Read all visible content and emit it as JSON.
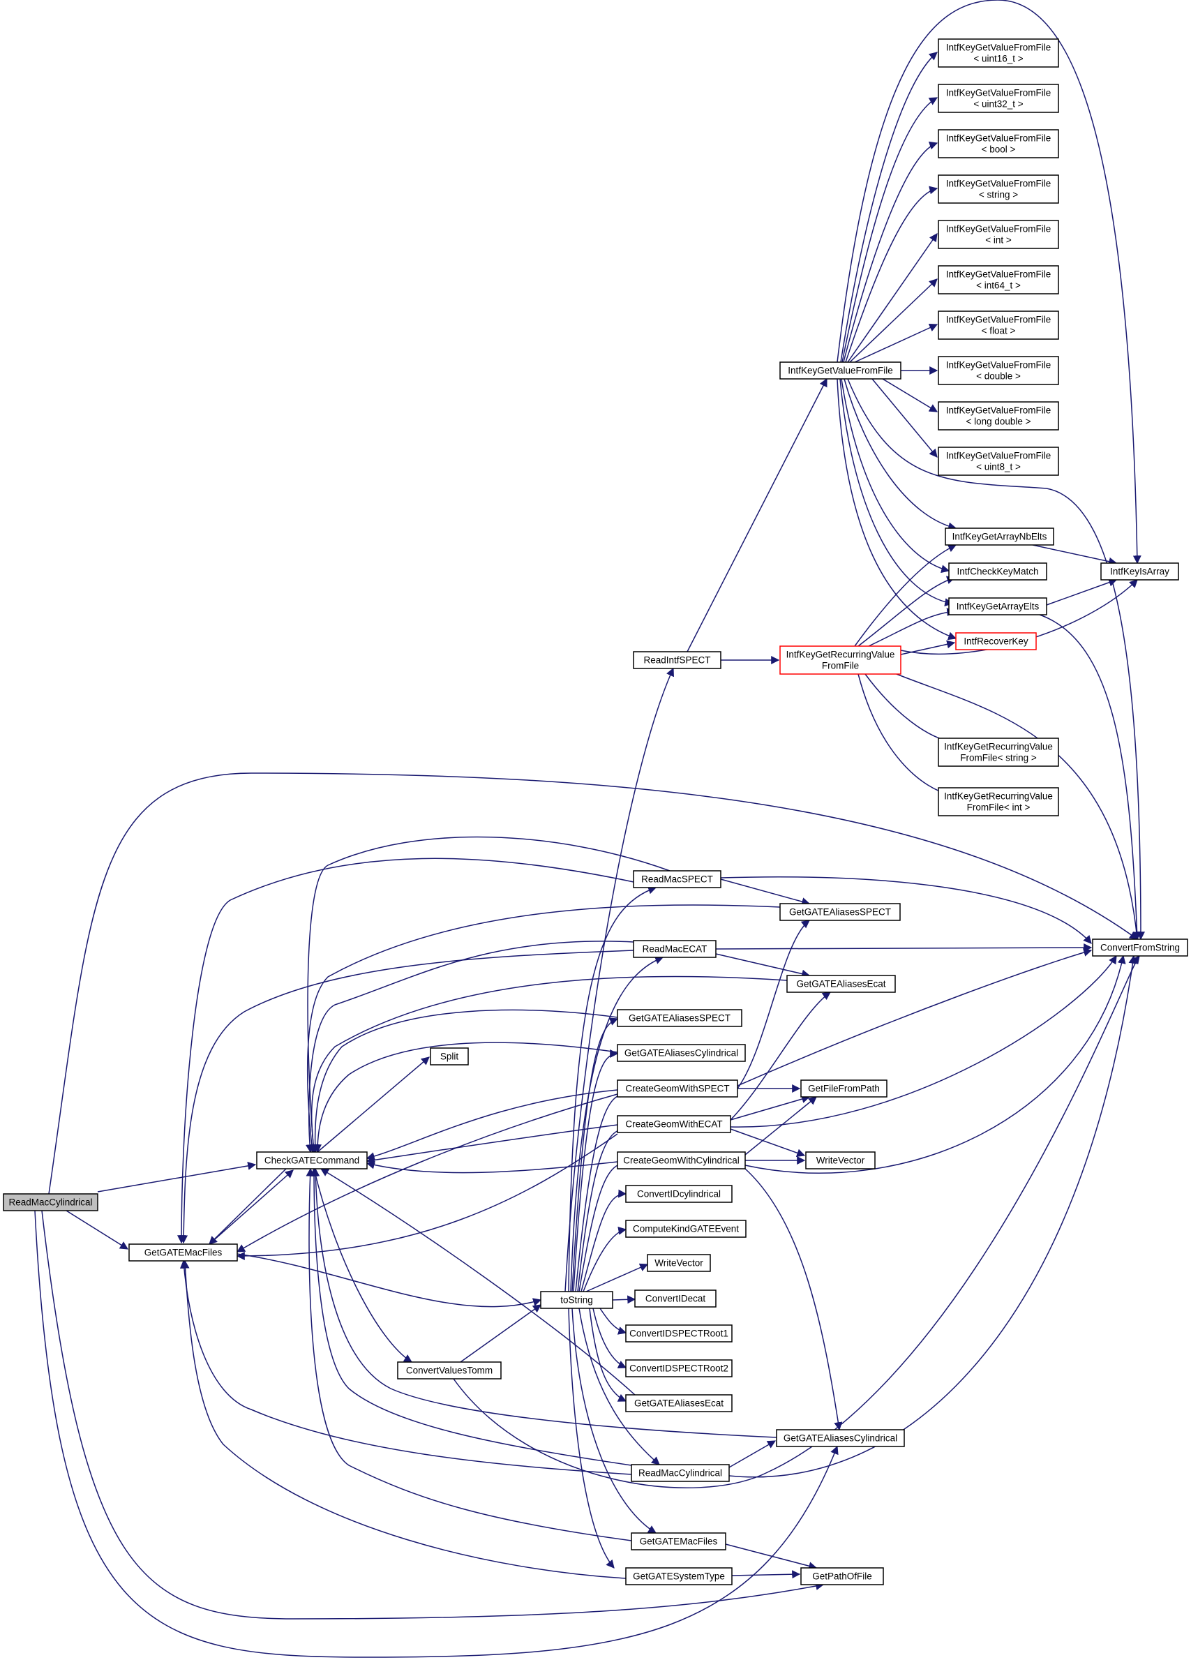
{
  "colors": {
    "edge": "#191970",
    "node_border": "#000000",
    "root_fill": "#bfbfbf",
    "truncated_border": "#ff0000"
  },
  "nodes": [
    {
      "id": "readmaccyl_root",
      "lines": [
        "ReadMacCylindrical"
      ],
      "root": true
    },
    {
      "id": "getgatemacfiles_l",
      "lines": [
        "GetGATEMacFiles"
      ]
    },
    {
      "id": "checkgatecommand",
      "lines": [
        "CheckGATECommand"
      ]
    },
    {
      "id": "convertvaluestomm",
      "lines": [
        "ConvertValuesTomm"
      ]
    },
    {
      "id": "tostring",
      "lines": [
        "toString"
      ]
    },
    {
      "id": "split",
      "lines": [
        "Split"
      ]
    },
    {
      "id": "readintfspect",
      "lines": [
        "ReadIntfSPECT"
      ]
    },
    {
      "id": "readmacspect",
      "lines": [
        "ReadMacSPECT"
      ]
    },
    {
      "id": "readmacecat",
      "lines": [
        "ReadMacECAT"
      ]
    },
    {
      "id": "getaliasesspect_m",
      "lines": [
        "GetGATEAliasesSPECT"
      ]
    },
    {
      "id": "getaliasescyl_m",
      "lines": [
        "GetGATEAliasesCylindrical"
      ]
    },
    {
      "id": "creategeomspect",
      "lines": [
        "CreateGeomWithSPECT"
      ]
    },
    {
      "id": "creategeomecat",
      "lines": [
        "CreateGeomWithECAT"
      ]
    },
    {
      "id": "creategeomcyl",
      "lines": [
        "CreateGeomWithCylindrical"
      ]
    },
    {
      "id": "convertidcyl",
      "lines": [
        "ConvertIDcylindrical"
      ]
    },
    {
      "id": "computekind",
      "lines": [
        "ComputeKindGATEEvent"
      ]
    },
    {
      "id": "writevector_m",
      "lines": [
        "WriteVector"
      ]
    },
    {
      "id": "convertidecat",
      "lines": [
        "ConvertIDecat"
      ]
    },
    {
      "id": "convertidspect1",
      "lines": [
        "ConvertIDSPECTRoot1"
      ]
    },
    {
      "id": "convertidspect2",
      "lines": [
        "ConvertIDSPECTRoot2"
      ]
    },
    {
      "id": "getaliasesecat_m",
      "lines": [
        "GetGATEAliasesEcat"
      ]
    },
    {
      "id": "readmaccyl",
      "lines": [
        "ReadMacCylindrical"
      ]
    },
    {
      "id": "getgatemacfiles_m",
      "lines": [
        "GetGATEMacFiles"
      ]
    },
    {
      "id": "getsystemtype",
      "lines": [
        "GetGATESystemType"
      ]
    },
    {
      "id": "intfkeygetrecurring",
      "lines": [
        "IntfKeyGetRecurringValue",
        "FromFile"
      ],
      "truncated": true
    },
    {
      "id": "intfkeygetvalue",
      "lines": [
        "IntfKeyGetValueFromFile"
      ]
    },
    {
      "id": "getaliasesspect_r",
      "lines": [
        "GetGATEAliasesSPECT"
      ]
    },
    {
      "id": "getaliasesecat_r",
      "lines": [
        "GetGATEAliasesEcat"
      ]
    },
    {
      "id": "getfilefrompath",
      "lines": [
        "GetFileFromPath"
      ]
    },
    {
      "id": "writevector_r",
      "lines": [
        "WriteVector"
      ]
    },
    {
      "id": "getaliasescyl_r",
      "lines": [
        "GetGATEAliasesCylindrical"
      ]
    },
    {
      "id": "getpathoffile",
      "lines": [
        "GetPathOfFile"
      ]
    },
    {
      "id": "tmpl_uint16",
      "lines": [
        "IntfKeyGetValueFromFile",
        "< uint16_t >"
      ]
    },
    {
      "id": "tmpl_uint32",
      "lines": [
        "IntfKeyGetValueFromFile",
        "< uint32_t >"
      ]
    },
    {
      "id": "tmpl_bool",
      "lines": [
        "IntfKeyGetValueFromFile",
        "< bool >"
      ]
    },
    {
      "id": "tmpl_string",
      "lines": [
        "IntfKeyGetValueFromFile",
        "< string >"
      ]
    },
    {
      "id": "tmpl_int",
      "lines": [
        "IntfKeyGetValueFromFile",
        "< int >"
      ]
    },
    {
      "id": "tmpl_int64",
      "lines": [
        "IntfKeyGetValueFromFile",
        "< int64_t >"
      ]
    },
    {
      "id": "tmpl_float",
      "lines": [
        "IntfKeyGetValueFromFile",
        "< float >"
      ]
    },
    {
      "id": "tmpl_double",
      "lines": [
        "IntfKeyGetValueFromFile",
        "< double >"
      ]
    },
    {
      "id": "tmpl_longdouble",
      "lines": [
        "IntfKeyGetValueFromFile",
        "< long double >"
      ]
    },
    {
      "id": "tmpl_uint8",
      "lines": [
        "IntfKeyGetValueFromFile",
        "< uint8_t >"
      ]
    },
    {
      "id": "intfkeygetarraynbelts",
      "lines": [
        "IntfKeyGetArrayNbElts"
      ]
    },
    {
      "id": "intfcheckkeymatch",
      "lines": [
        "IntfCheckKeyMatch"
      ]
    },
    {
      "id": "intfkeygetarrayelts",
      "lines": [
        "IntfKeyGetArrayElts"
      ]
    },
    {
      "id": "intfrecoverkey",
      "lines": [
        "IntfRecoverKey"
      ],
      "truncated": true
    },
    {
      "id": "recurring_string",
      "lines": [
        "IntfKeyGetRecurringValue",
        "FromFile< string >"
      ]
    },
    {
      "id": "recurring_int",
      "lines": [
        "IntfKeyGetRecurringValue",
        "FromFile< int >"
      ]
    },
    {
      "id": "intfkeyisarray",
      "lines": [
        "IntfKeyIsArray"
      ]
    },
    {
      "id": "convertfromstring",
      "lines": [
        "ConvertFromString"
      ]
    }
  ]
}
